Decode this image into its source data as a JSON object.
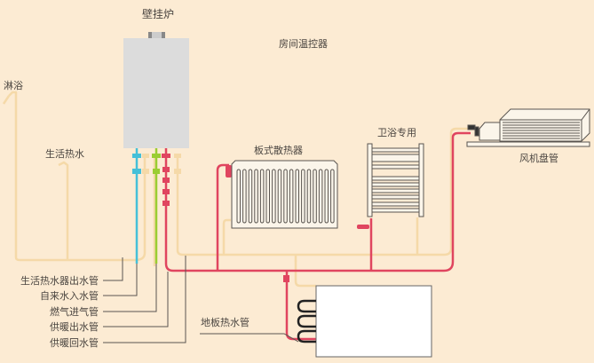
{
  "title": "壁挂炉",
  "thermostat_label": "房间温控器",
  "fixtures": {
    "shower": "淋浴",
    "domestic_hot_water": "生活热水",
    "panel_radiator": "板式散热器",
    "towel_radiator": "卫浴专用",
    "fan_coil": "风机盘管",
    "floor_heating": "地板热水管"
  },
  "pipe_legend": [
    {
      "label": "生活热水器出水管",
      "color": "#f5d9a8"
    },
    {
      "label": "自来水入水管",
      "color": "#45c0d8"
    },
    {
      "label": "燃气进气管",
      "color": "#9acd32"
    },
    {
      "label": "供暖出水管",
      "color": "#e0455f"
    },
    {
      "label": "供暖回水管",
      "color": "#f5d9a8"
    }
  ],
  "colors": {
    "background": "#fcebd3",
    "boiler_body": "#dcdcdc",
    "hot_supply": "#e0455f",
    "return_beige": "#f5d9a8",
    "cold_water": "#45c0d8",
    "gas": "#9acd32",
    "outline": "#5a5550"
  }
}
